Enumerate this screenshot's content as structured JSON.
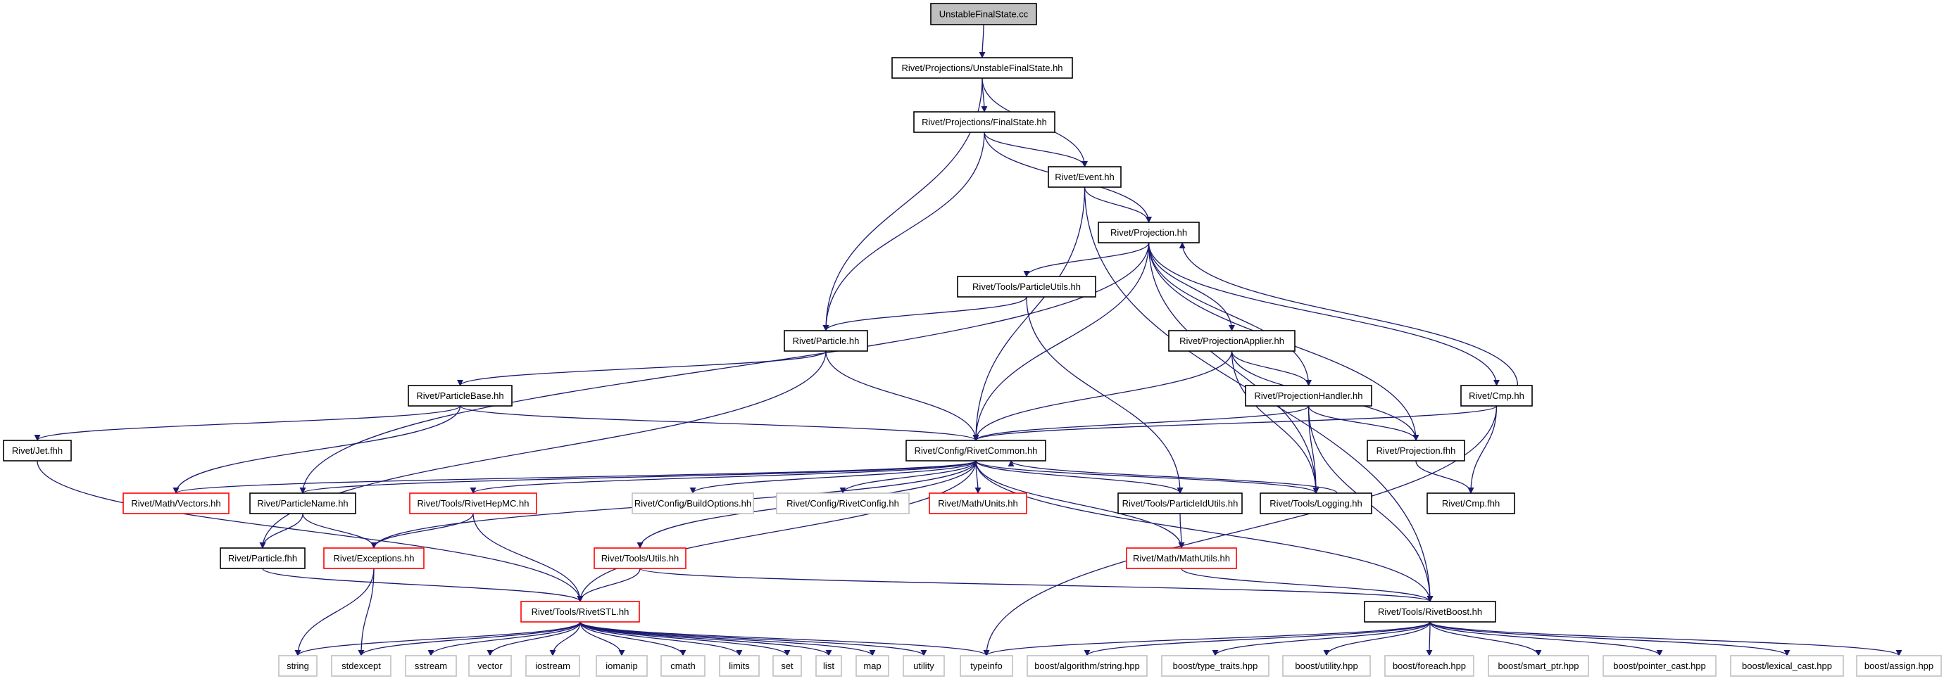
{
  "diagram": {
    "kind": "include-dependency-graph",
    "colors": {
      "edge": "#191970",
      "documented": "#000000",
      "truncated": "#ff0000",
      "undocumented": "#bfbfbf",
      "root_fill": "#bfbfbf"
    },
    "nodes": [
      {
        "id": "root",
        "label": "UnstableFinalState.cc",
        "style": "root"
      },
      {
        "id": "ufs",
        "label": "Rivet/Projections/UnstableFinalState.hh",
        "style": "documented"
      },
      {
        "id": "fs",
        "label": "Rivet/Projections/FinalState.hh",
        "style": "documented"
      },
      {
        "id": "event",
        "label": "Rivet/Event.hh",
        "style": "documented"
      },
      {
        "id": "proj",
        "label": "Rivet/Projection.hh",
        "style": "documented"
      },
      {
        "id": "partutils",
        "label": "Rivet/Tools/ParticleUtils.hh",
        "style": "documented"
      },
      {
        "id": "particle",
        "label": "Rivet/Particle.hh",
        "style": "documented"
      },
      {
        "id": "papplier",
        "label": "Rivet/ProjectionApplier.hh",
        "style": "documented"
      },
      {
        "id": "phandler",
        "label": "Rivet/ProjectionHandler.hh",
        "style": "documented"
      },
      {
        "id": "cmp",
        "label": "Rivet/Cmp.hh",
        "style": "documented"
      },
      {
        "id": "pbase",
        "label": "Rivet/ParticleBase.hh",
        "style": "documented"
      },
      {
        "id": "jetfhh",
        "label": "Rivet/Jet.fhh",
        "style": "documented"
      },
      {
        "id": "common",
        "label": "Rivet/Config/RivetCommon.hh",
        "style": "documented"
      },
      {
        "id": "projfhh",
        "label": "Rivet/Projection.fhh",
        "style": "documented"
      },
      {
        "id": "cmpfhh",
        "label": "Rivet/Cmp.fhh",
        "style": "documented"
      },
      {
        "id": "vectors",
        "label": "Rivet/Math/Vectors.hh",
        "style": "truncated"
      },
      {
        "id": "pname",
        "label": "Rivet/ParticleName.hh",
        "style": "documented"
      },
      {
        "id": "hepmc",
        "label": "Rivet/Tools/RivetHepMC.hh",
        "style": "truncated"
      },
      {
        "id": "buildopts",
        "label": "Rivet/Config/BuildOptions.hh",
        "style": "undocumented"
      },
      {
        "id": "rconfig",
        "label": "Rivet/Config/RivetConfig.hh",
        "style": "undocumented"
      },
      {
        "id": "units",
        "label": "Rivet/Math/Units.hh",
        "style": "truncated"
      },
      {
        "id": "pidutils",
        "label": "Rivet/Tools/ParticleIdUtils.hh",
        "style": "documented"
      },
      {
        "id": "logging",
        "label": "Rivet/Tools/Logging.hh",
        "style": "documented"
      },
      {
        "id": "particlefhh",
        "label": "Rivet/Particle.fhh",
        "style": "documented"
      },
      {
        "id": "exceptions",
        "label": "Rivet/Exceptions.hh",
        "style": "truncated"
      },
      {
        "id": "tutils",
        "label": "Rivet/Tools/Utils.hh",
        "style": "truncated"
      },
      {
        "id": "mathutils",
        "label": "Rivet/Math/MathUtils.hh",
        "style": "truncated"
      },
      {
        "id": "stl",
        "label": "Rivet/Tools/RivetSTL.hh",
        "style": "truncated"
      },
      {
        "id": "boost",
        "label": "Rivet/Tools/RivetBoost.hh",
        "style": "documented"
      },
      {
        "id": "string",
        "label": "string",
        "style": "undocumented"
      },
      {
        "id": "stdexcept",
        "label": "stdexcept",
        "style": "undocumented"
      },
      {
        "id": "sstream",
        "label": "sstream",
        "style": "undocumented"
      },
      {
        "id": "vector",
        "label": "vector",
        "style": "undocumented"
      },
      {
        "id": "iostream",
        "label": "iostream",
        "style": "undocumented"
      },
      {
        "id": "iomanip",
        "label": "iomanip",
        "style": "undocumented"
      },
      {
        "id": "cmath",
        "label": "cmath",
        "style": "undocumented"
      },
      {
        "id": "limits",
        "label": "limits",
        "style": "undocumented"
      },
      {
        "id": "set",
        "label": "set",
        "style": "undocumented"
      },
      {
        "id": "list",
        "label": "list",
        "style": "undocumented"
      },
      {
        "id": "map",
        "label": "map",
        "style": "undocumented"
      },
      {
        "id": "utility",
        "label": "utility",
        "style": "undocumented"
      },
      {
        "id": "typeinfo",
        "label": "typeinfo",
        "style": "undocumented"
      },
      {
        "id": "balgo",
        "label": "boost/algorithm/string.hpp",
        "style": "undocumented"
      },
      {
        "id": "btype",
        "label": "boost/type_traits.hpp",
        "style": "undocumented"
      },
      {
        "id": "butil",
        "label": "boost/utility.hpp",
        "style": "undocumented"
      },
      {
        "id": "bforeach",
        "label": "boost/foreach.hpp",
        "style": "undocumented"
      },
      {
        "id": "bsmart",
        "label": "boost/smart_ptr.hpp",
        "style": "undocumented"
      },
      {
        "id": "bpointer",
        "label": "boost/pointer_cast.hpp",
        "style": "undocumented"
      },
      {
        "id": "blexical",
        "label": "boost/lexical_cast.hpp",
        "style": "undocumented"
      },
      {
        "id": "bassign",
        "label": "boost/assign.hpp",
        "style": "undocumented"
      }
    ],
    "edges": [
      [
        "root",
        "ufs"
      ],
      [
        "ufs",
        "fs"
      ],
      [
        "ufs",
        "event"
      ],
      [
        "ufs",
        "particle"
      ],
      [
        "fs",
        "event"
      ],
      [
        "fs",
        "proj"
      ],
      [
        "fs",
        "particle"
      ],
      [
        "event",
        "proj"
      ],
      [
        "event",
        "common"
      ],
      [
        "event",
        "boost"
      ],
      [
        "proj",
        "partutils"
      ],
      [
        "proj",
        "common"
      ],
      [
        "proj",
        "papplier"
      ],
      [
        "proj",
        "phandler"
      ],
      [
        "proj",
        "cmp"
      ],
      [
        "proj",
        "projfhh"
      ],
      [
        "proj",
        "logging"
      ],
      [
        "proj",
        "pname"
      ],
      [
        "partutils",
        "particle"
      ],
      [
        "partutils",
        "pidutils"
      ],
      [
        "particle",
        "pbase"
      ],
      [
        "particle",
        "common"
      ],
      [
        "particle",
        "particlefhh"
      ],
      [
        "papplier",
        "common"
      ],
      [
        "papplier",
        "phandler"
      ],
      [
        "papplier",
        "projfhh"
      ],
      [
        "papplier",
        "logging"
      ],
      [
        "phandler",
        "common"
      ],
      [
        "phandler",
        "projfhh"
      ],
      [
        "phandler",
        "logging"
      ],
      [
        "phandler",
        "boost"
      ],
      [
        "cmp",
        "proj"
      ],
      [
        "cmp",
        "common"
      ],
      [
        "cmp",
        "cmpfhh"
      ],
      [
        "cmp",
        "typeinfo"
      ],
      [
        "pbase",
        "jetfhh"
      ],
      [
        "pbase",
        "common"
      ],
      [
        "pbase",
        "vectors"
      ],
      [
        "jetfhh",
        "stl"
      ],
      [
        "common",
        "vectors"
      ],
      [
        "common",
        "pname"
      ],
      [
        "common",
        "hepmc"
      ],
      [
        "common",
        "buildopts"
      ],
      [
        "common",
        "rconfig"
      ],
      [
        "common",
        "units"
      ],
      [
        "common",
        "pidutils"
      ],
      [
        "common",
        "logging"
      ],
      [
        "common",
        "exceptions"
      ],
      [
        "common",
        "tutils"
      ],
      [
        "common",
        "mathutils"
      ],
      [
        "common",
        "stl"
      ],
      [
        "common",
        "boost"
      ],
      [
        "logging",
        "common"
      ],
      [
        "projfhh",
        "cmpfhh"
      ],
      [
        "pname",
        "particlefhh"
      ],
      [
        "pname",
        "exceptions"
      ],
      [
        "hepmc",
        "exceptions"
      ],
      [
        "hepmc",
        "stl"
      ],
      [
        "pidutils",
        "mathutils"
      ],
      [
        "particlefhh",
        "stl"
      ],
      [
        "exceptions",
        "string"
      ],
      [
        "exceptions",
        "stdexcept"
      ],
      [
        "tutils",
        "stl"
      ],
      [
        "tutils",
        "boost"
      ],
      [
        "mathutils",
        "boost"
      ],
      [
        "stl",
        "string"
      ],
      [
        "stl",
        "stdexcept"
      ],
      [
        "stl",
        "sstream"
      ],
      [
        "stl",
        "vector"
      ],
      [
        "stl",
        "iostream"
      ],
      [
        "stl",
        "iomanip"
      ],
      [
        "stl",
        "cmath"
      ],
      [
        "stl",
        "limits"
      ],
      [
        "stl",
        "set"
      ],
      [
        "stl",
        "list"
      ],
      [
        "stl",
        "map"
      ],
      [
        "stl",
        "utility"
      ],
      [
        "stl",
        "typeinfo"
      ],
      [
        "boost",
        "typeinfo"
      ],
      [
        "boost",
        "balgo"
      ],
      [
        "boost",
        "btype"
      ],
      [
        "boost",
        "butil"
      ],
      [
        "boost",
        "bforeach"
      ],
      [
        "boost",
        "bsmart"
      ],
      [
        "boost",
        "bpointer"
      ],
      [
        "boost",
        "blexical"
      ],
      [
        "boost",
        "bassign"
      ]
    ]
  }
}
